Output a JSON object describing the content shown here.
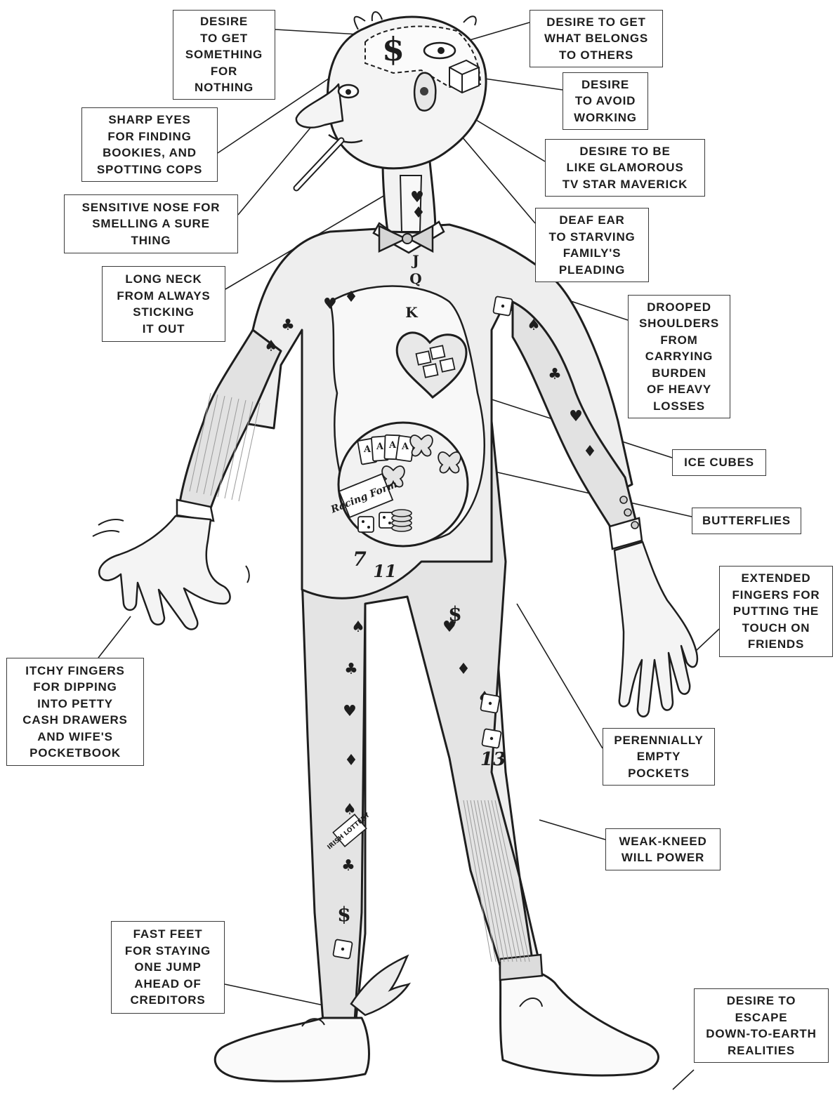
{
  "colors": {
    "ink": "#1e1e1e",
    "paper": "#ffffff",
    "shade": "#9a9a9a",
    "dark": "#3c3c3c"
  },
  "icons": [
    "dollar-sign-icon",
    "spade-icon",
    "club-icon",
    "heart-icon",
    "diamond-icon",
    "dice-icon",
    "ice-cube-icon",
    "butterfly-icon",
    "wing-icon",
    "bow-tie-icon"
  ],
  "labels": [
    {
      "id": "desire-something-for-nothing",
      "lines": [
        "DESIRE",
        "TO GET",
        "SOMETHING",
        "FOR",
        "NOTHING"
      ]
    },
    {
      "id": "desire-belongs-to-others",
      "lines": [
        "DESIRE TO GET",
        "WHAT BELONGS",
        "TO OTHERS"
      ]
    },
    {
      "id": "desire-avoid-working",
      "lines": [
        "DESIRE",
        "TO AVOID",
        "WORKING"
      ]
    },
    {
      "id": "sharp-eyes",
      "lines": [
        "SHARP  EYES",
        "FOR FINDING",
        "BOOKIES, AND",
        "SPOTTING COPS"
      ]
    },
    {
      "id": "desire-tv-star",
      "lines": [
        "DESIRE TO BE",
        "LIKE GLAMOROUS",
        "TV STAR MAVERICK"
      ]
    },
    {
      "id": "sensitive-nose",
      "lines": [
        "SENSITIVE NOSE FOR",
        "SMELLING A SURE",
        "THING"
      ]
    },
    {
      "id": "deaf-ear",
      "lines": [
        "DEAF EAR",
        "TO STARVING",
        "FAMILY'S",
        "PLEADING"
      ]
    },
    {
      "id": "long-neck",
      "lines": [
        "LONG NECK",
        "FROM ALWAYS",
        "STICKING",
        "IT OUT"
      ]
    },
    {
      "id": "drooped-shoulders",
      "lines": [
        "DROOPED",
        "SHOULDERS",
        "FROM",
        "CARRYING",
        "BURDEN",
        "OF HEAVY",
        "LOSSES"
      ]
    },
    {
      "id": "ice-cubes",
      "lines": [
        "ICE CUBES"
      ]
    },
    {
      "id": "butterflies",
      "lines": [
        "BUTTERFLIES"
      ]
    },
    {
      "id": "extended-fingers",
      "lines": [
        "EXTENDED",
        "FINGERS FOR",
        "PUTTING THE",
        "TOUCH ON",
        "FRIENDS"
      ]
    },
    {
      "id": "itchy-fingers",
      "lines": [
        "ITCHY FINGERS",
        "FOR DIPPING",
        "INTO PETTY",
        "CASH DRAWERS",
        "AND WIFE'S",
        "POCKETBOOK"
      ]
    },
    {
      "id": "empty-pockets",
      "lines": [
        "PERENNIALLY",
        "EMPTY",
        "POCKETS"
      ]
    },
    {
      "id": "weak-kneed",
      "lines": [
        "WEAK-KNEED",
        "WILL POWER"
      ]
    },
    {
      "id": "fast-feet",
      "lines": [
        "FAST FEET",
        "FOR STAYING",
        "ONE JUMP",
        "AHEAD OF",
        "CREDITORS"
      ]
    },
    {
      "id": "desire-escape",
      "lines": [
        "DESIRE TO",
        "ESCAPE",
        "DOWN-TO-EARTH",
        "REALITIES"
      ]
    }
  ],
  "drawn_text": {
    "racing_form": "Racing Form",
    "lottery": "IRISH LOTTERY",
    "seven": "7",
    "eleven": "11",
    "thirteen": "13",
    "dollar": "$",
    "ace": "A",
    "queen": "Q",
    "king": "K",
    "jack": "J"
  }
}
